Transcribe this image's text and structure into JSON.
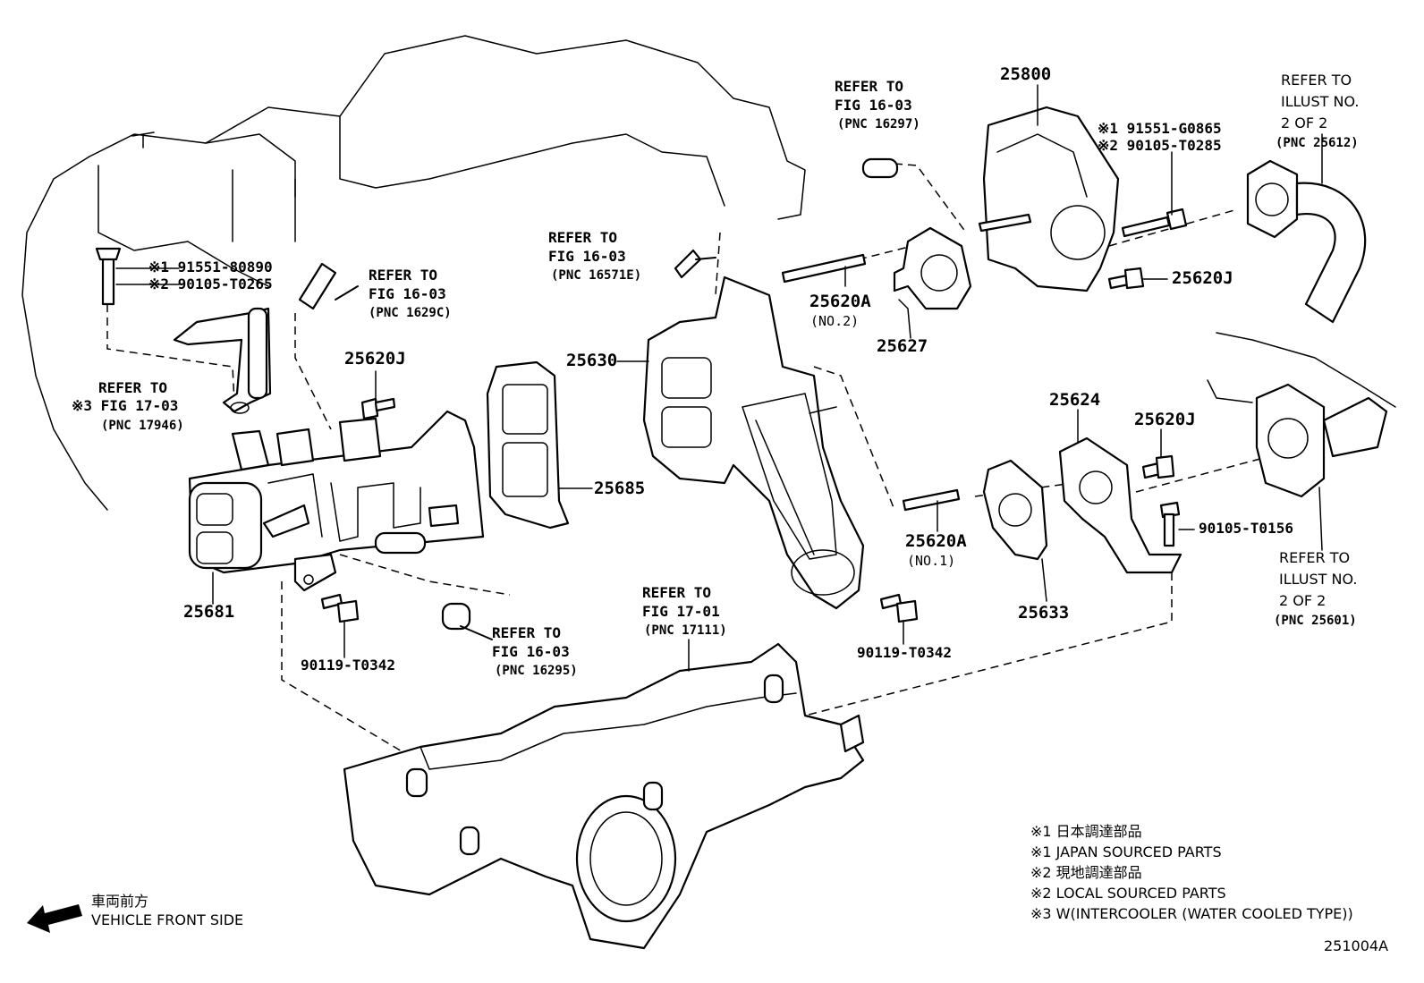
{
  "labels": {
    "p25800": "25800",
    "p25620a_no2": "25620A",
    "p25620a_no2_sub": "(NO.2)",
    "p25627": "25627",
    "p25620j_top": "25620J",
    "p25630": "25630",
    "p25620j_left": "25620J",
    "p25685": "25685",
    "p25681": "25681",
    "p25624": "25624",
    "p25620j_right": "25620J",
    "p25620a_no1": "25620A",
    "p25620a_no1_sub": "(NO.1)",
    "p25633": "25633",
    "p90105_t0156": "90105-T0156",
    "p90119_t0342_left": "90119-T0342",
    "p90119_t0342_right": "90119-T0342",
    "bolt_top_left_1": "※1 91551-80890",
    "bolt_top_left_2": "※2 90105-T0265",
    "bolt_top_right_1": "※1 91551-G0865",
    "bolt_top_right_2": "※2 90105-T0285"
  },
  "refs": {
    "r16297": {
      "line1": "REFER TO",
      "line2": "FIG 16-03",
      "pnc": "(PNC 16297)"
    },
    "r16571e": {
      "line1": "REFER TO",
      "line2": "FIG 16-03",
      "pnc": "(PNC 16571E)"
    },
    "r1629c": {
      "line1": "REFER TO",
      "line2": "FIG 16-03",
      "pnc": "(PNC 1629C)"
    },
    "r17946": {
      "line1": "REFER TO",
      "line2": "※3 FIG 17-03",
      "pnc": "(PNC 17946)"
    },
    "r16295": {
      "line1": "REFER TO",
      "line2": "FIG 16-03",
      "pnc": "(PNC 16295)"
    },
    "r17111": {
      "line1": "REFER TO",
      "line2": "FIG 17-01",
      "pnc": "(PNC 17111)"
    },
    "r25612": {
      "line1": "REFER TO",
      "line2": "ILLUST NO.",
      "line3": "2 OF 2",
      "pnc": "(PNC 25612)"
    },
    "r25601": {
      "line1": "REFER TO",
      "line2": "ILLUST NO.",
      "line3": "2 OF 2",
      "pnc": "(PNC 25601)"
    }
  },
  "notes": [
    "※1 日本調達部品",
    "※1 JAPAN SOURCED PARTS",
    "※2 現地調達部品",
    "※2 LOCAL SOURCED PARTS",
    "※3 W(INTERCOOLER (WATER COOLED TYPE))"
  ],
  "front": {
    "jp": "車両前方",
    "en": "VEHICLE FRONT SIDE",
    "arrow_icon": "arrow-left-down-icon"
  },
  "figure_code": "251004A"
}
